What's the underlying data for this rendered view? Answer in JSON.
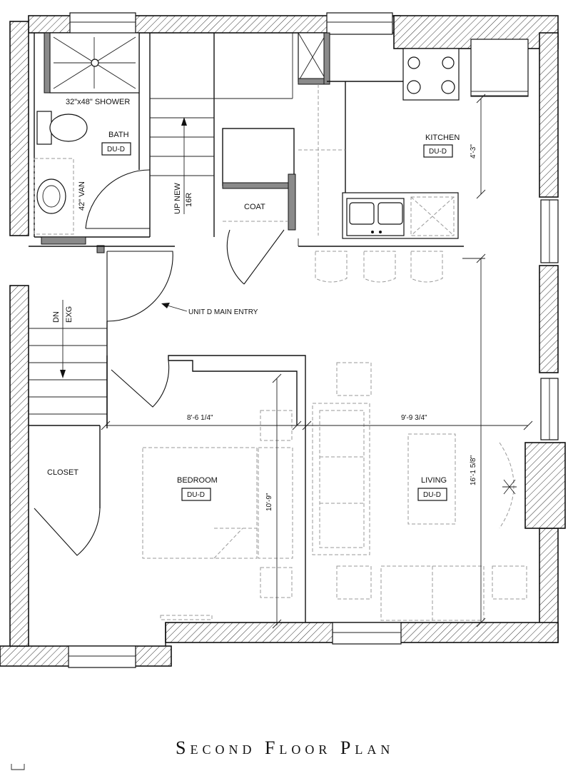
{
  "title": "Second Floor Plan",
  "rooms": {
    "shower": "32\"x48\" SHOWER",
    "bath": "BATH",
    "bath_tag": "DU-D",
    "vanity": "42\" VAN",
    "stair_up_1": "UP NEW",
    "stair_up_2": "16R",
    "coat": "COAT",
    "kitchen": "KITCHEN",
    "kitchen_tag": "DU-D",
    "stair_down_1": "DN",
    "stair_down_2": "EXG",
    "entry_note": "UNIT D MAIN ENTRY",
    "closet": "CLOSET",
    "bedroom": "BEDROOM",
    "bedroom_tag": "DU-D",
    "living": "LIVING",
    "living_tag": "DU-D"
  },
  "dimensions": {
    "kitchen_depth": "4'-3\"",
    "bedroom_width": "8'-6 1/4\"",
    "living_width": "9'-9 3/4\"",
    "bedroom_depth": "10'-9\"",
    "living_depth": "16'-1 5/8\""
  }
}
